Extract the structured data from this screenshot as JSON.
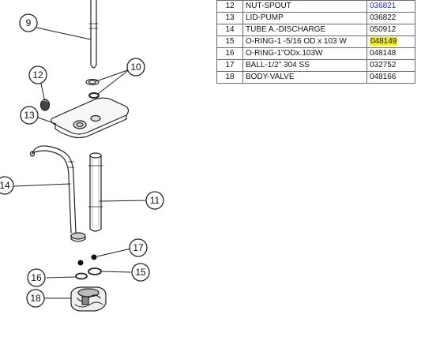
{
  "parts_table": {
    "rows": [
      {
        "item": "12",
        "description": "NUT-SPOUT",
        "part_number": "036821",
        "style": "link"
      },
      {
        "item": "13",
        "description": "LID-PUMP",
        "part_number": "036822",
        "style": ""
      },
      {
        "item": "14",
        "description": "TUBE A.-DISCHARGE",
        "part_number": "050912",
        "style": ""
      },
      {
        "item": "15",
        "description": "O-RING-1 -5/16 OD x  103 W",
        "part_number": "048149",
        "style": "highlight"
      },
      {
        "item": "16",
        "description": "O-RING-1\"ODx.103W",
        "part_number": "048148",
        "style": ""
      },
      {
        "item": "17",
        "description": "BALL-1/2\" 304 SS",
        "part_number": "032752",
        "style": ""
      },
      {
        "item": "18",
        "description": "BODY-VALVE",
        "part_number": "048166",
        "style": ""
      }
    ]
  },
  "diagram": {
    "callouts": [
      "9",
      "10",
      "11",
      "12",
      "13",
      "14",
      "15",
      "16",
      "17",
      "18"
    ]
  },
  "colors": {
    "link": "#1a2fd6",
    "highlight": "#f5f01a",
    "line": "#222222"
  }
}
